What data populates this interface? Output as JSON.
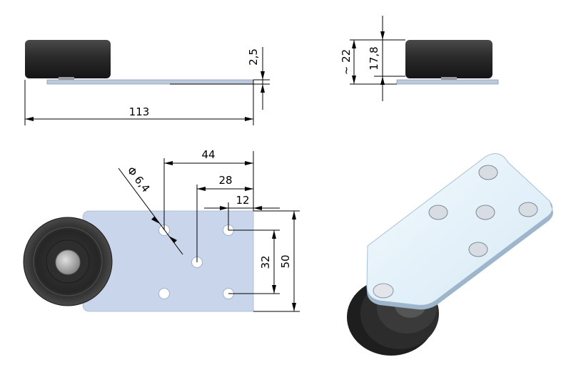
{
  "dimensions": {
    "overall_length": "113",
    "plate_thickness": "2,5",
    "total_height": "~ 22",
    "wheel_height": "17,8",
    "hole_diameter": "Φ 6,4",
    "hole_offset_44": "44",
    "hole_offset_28": "28",
    "hole_offset_12": "12",
    "hole_spacing_32": "32",
    "plate_width_50": "50"
  },
  "colors": {
    "plate": "#c9d8ee",
    "plate_edge": "#9fb3cf",
    "plate_iso": "#e6f2fb",
    "wheel": "#2b2b2b",
    "wheel_dark": "#1a1a1a",
    "hub": "#a9a9a9",
    "line": "#000000"
  }
}
